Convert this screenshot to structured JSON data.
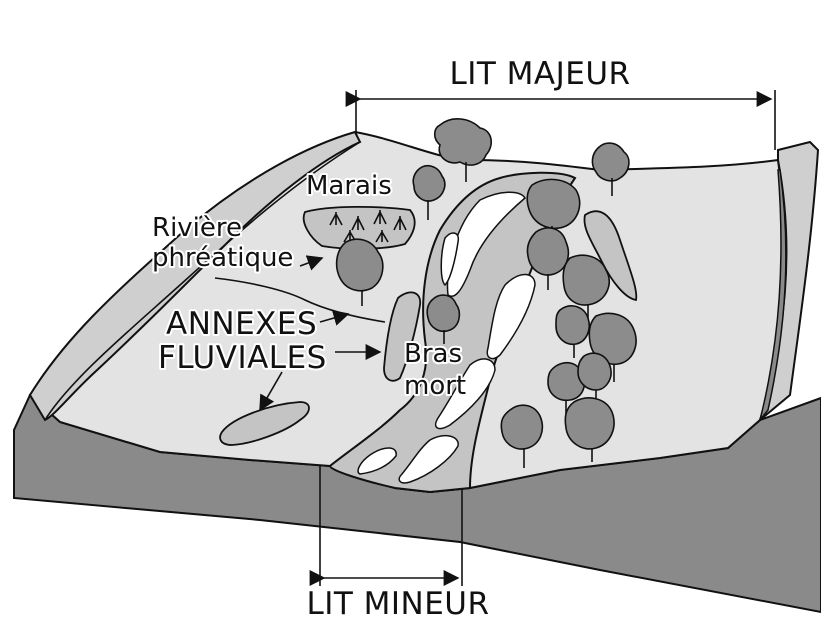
{
  "labels": {
    "lit_majeur": "LIT MAJEUR",
    "lit_mineur": "LIT MINEUR",
    "marais": "Marais",
    "riviere_line1": "Rivière",
    "riviere_line2": "phréatique",
    "annexes_line1": "ANNEXES",
    "annexes_line2": "FLUVIALES",
    "bras_line1": "Bras",
    "bras_line2": "mort"
  },
  "colors": {
    "terrain_top": "#e3e3e3",
    "terrain_side": "#8a8a8a",
    "channel": "#c4c4c4",
    "water_white": "#ffffff",
    "tree_canopy": "#8c8c8c",
    "outline": "#111111"
  },
  "icons": {
    "tree": "tree-icon",
    "marsh_plant": "marsh-plant-icon"
  }
}
